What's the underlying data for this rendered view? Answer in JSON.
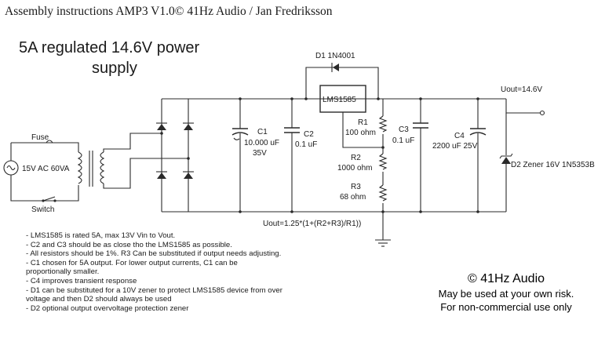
{
  "header": "Assembly instructions AMP3 V1.0© 41Hz Audio / Jan Fredriksson",
  "title": {
    "line1": "5A regulated 14.6V power",
    "line2": "supply"
  },
  "schematic": {
    "fuse_label": "Fuse",
    "source_label": "15V AC 60VA",
    "switch_label": "Switch",
    "d1_label": "D1 1N4001",
    "regulator_label": "LMS1585",
    "c1_name": "C1",
    "c1_value": "10.000 uF",
    "c1_voltage": "35V",
    "c2_name": "C2",
    "c2_value": "0.1 uF",
    "r1_name": "R1",
    "r1_value": "100 ohm",
    "r2_name": "R2",
    "r2_value": "1000 ohm",
    "r3_name": "R3",
    "r3_value": "68 ohm",
    "c3_name": "C3",
    "c3_value": "0.1 uF",
    "c4_name": "C4",
    "c4_value": "2200 uF 25V",
    "d2_label": "D2 Zener 16V 1N5353B",
    "output_label": "Uout=14.6V",
    "formula": "Uout=1.25*(1+(R2+R3)/R1))"
  },
  "notes": [
    "- LMS1585 is rated 5A, max 13V Vin to Vout.",
    "- C2 and C3 should be as close tho the LMS1585 as possible.",
    "- All resistors should be 1%. R3 Can be substituted if output needs adjusting.",
    "- C1 chosen for 5A output. For lower output currents, C1 can be",
    "proportionally smaller.",
    "- C4 improves transient response",
    "- D1 can be substituted for a 10V zener to protect LMS1585 device from over",
    "voltage and then D2 should always be used",
    "- D2 optional output overvoltage protection zener"
  ],
  "copyright": {
    "line1": "© 41Hz Audio",
    "line2": "May be used at your own risk.",
    "line3": "For non-commercial use only"
  }
}
